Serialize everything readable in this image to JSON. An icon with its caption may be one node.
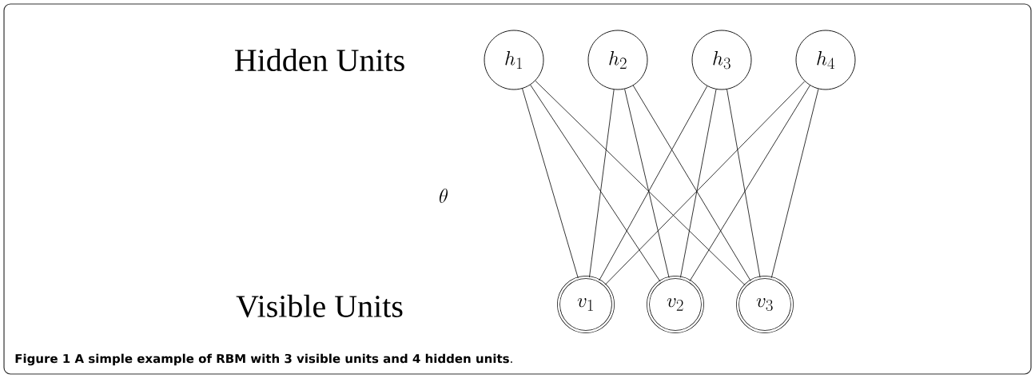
{
  "diagram": {
    "caption": "**Figure 1 A simple example of RBM with 3 visible units and 4 hidden units**.",
    "nodes": [
      {
        "text": [
          "h_1"
        ]
      },
      {
        "text": [
          "h_2"
        ]
      },
      {
        "text": [
          "h_3"
        ]
      },
      {
        "text": [
          "h_4"
        ]
      },
      {
        "text": [
          "v_1"
        ]
      },
      {
        "text": [
          "v_2"
        ]
      },
      {
        "text": [
          "v_3"
        ]
      }
    ],
    "edges": [
      {
        "from": 0,
        "to": 4,
        "arrow": "none"
      },
      {
        "from": 0,
        "to": 5,
        "arrow": "none"
      },
      {
        "from": 0,
        "to": 6,
        "arrow": "none"
      },
      {
        "from": 1,
        "to": 4,
        "arrow": "none"
      },
      {
        "from": 1,
        "to": 5,
        "arrow": "none"
      },
      {
        "from": 1,
        "to": 6,
        "arrow": "none"
      },
      {
        "from": 2,
        "to": 4,
        "arrow": "none"
      },
      {
        "from": 2,
        "to": 5,
        "arrow": "none"
      },
      {
        "from": 2,
        "to": 6,
        "arrow": "none"
      },
      {
        "from": 3,
        "to": 4,
        "arrow": "none"
      },
      {
        "from": 3,
        "to": 5,
        "arrow": "none"
      },
      {
        "from": 3,
        "to": 6,
        "arrow": "none"
      }
    ],
    "labels": [
      "Hidden Units",
      "\\theta",
      "Visible Units"
    ]
  }
}
